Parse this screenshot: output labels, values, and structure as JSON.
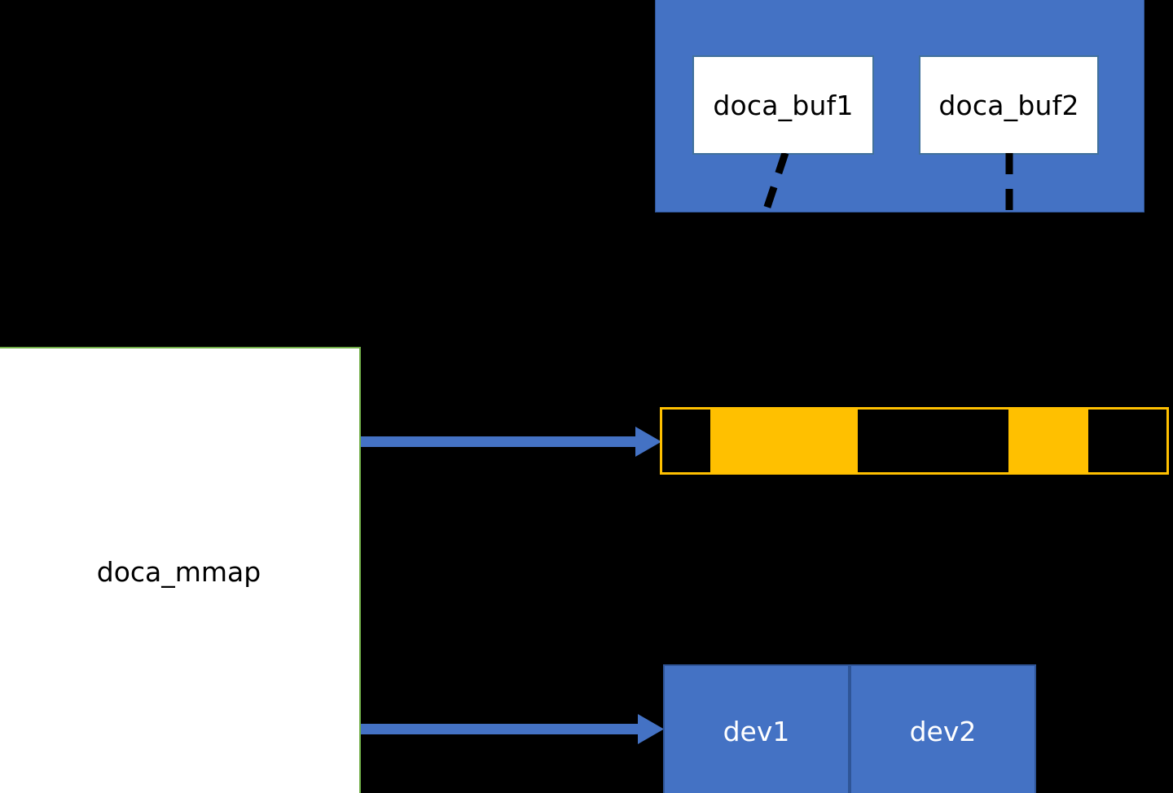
{
  "diagram": {
    "title": "doca_mmap / doca_buf memory mapping diagram",
    "background_color": "#000000",
    "blue": "#4472C4",
    "blue_border": "#2F5597",
    "orange": "#FFC000",
    "green": "#70AD47",
    "white": "#FFFFFF",
    "black": "#000000"
  },
  "buf_container": {
    "name": "doca_buf_inventory_container",
    "buffers": [
      {
        "label": "doca_buf1"
      },
      {
        "label": "doca_buf2"
      }
    ]
  },
  "mmap": {
    "label": "doca_mmap"
  },
  "memory_bar": {
    "name": "memory-range-bar",
    "segments": [
      {
        "fill": "#000000",
        "width": 60
      },
      {
        "fill": "#FFC000",
        "width": 180
      },
      {
        "fill": "#000000",
        "width": 186
      },
      {
        "fill": "#FFC000",
        "width": 97
      },
      {
        "fill": "#000000",
        "width": 96
      }
    ]
  },
  "devices": {
    "name": "device-list",
    "items": [
      {
        "label": "dev1"
      },
      {
        "label": "dev2"
      }
    ]
  },
  "connectors": {
    "arrow_to_memory": {
      "name": "mmap-to-memory-arrow",
      "color": "#4472C4"
    },
    "arrow_to_devices": {
      "name": "mmap-to-devices-arrow",
      "color": "#4472C4"
    },
    "buf1_dashed": {
      "name": "buf1-to-memory-dashed-line",
      "color": "#000000"
    },
    "buf2_dashed": {
      "name": "buf2-to-memory-dashed-line",
      "color": "#000000"
    }
  }
}
